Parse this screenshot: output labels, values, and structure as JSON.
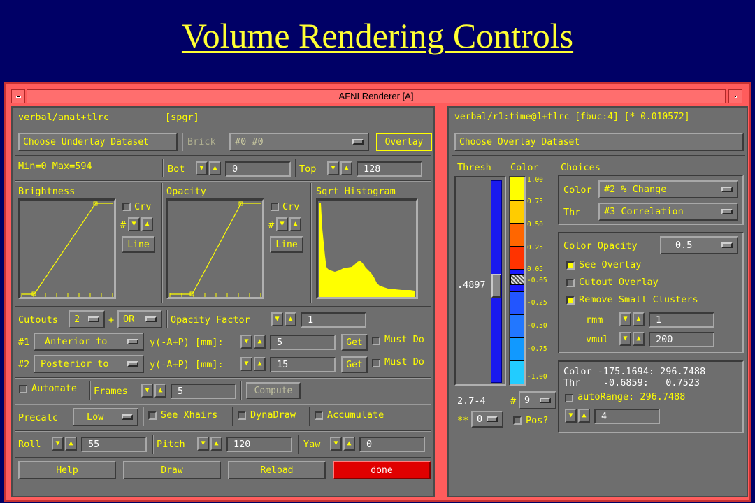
{
  "slide": {
    "title": "Volume Rendering Controls"
  },
  "window": {
    "title": "AFNI Renderer [A]"
  },
  "left": {
    "dataset_name": "verbal/anat+tlrc",
    "dataset_type": "[spgr]",
    "choose_underlay": "Choose Underlay Dataset",
    "brick_label": "Brick",
    "brick_value": "#0 #0",
    "overlay_button": "Overlay",
    "minmax": "Min=0 Max=594",
    "bot_label": "Bot",
    "bot_value": "0",
    "top_label": "Top",
    "top_value": "128",
    "brightness_label": "Brightness",
    "opacity_label": "Opacity",
    "histogram_label": "Sqrt Histogram",
    "crv_label": "Crv",
    "hash": "#",
    "line_button": "Line",
    "cutouts_label": "Cutouts",
    "cutouts_value": "2",
    "plus": "+",
    "or_value": "OR",
    "opacity_factor_label": "Opacity Factor",
    "opacity_factor_value": "1",
    "cut1_num": "#1",
    "cut1_type": "Anterior to",
    "cut1_axis": "y(-A+P) [mm]:",
    "cut1_value": "5",
    "cut2_num": "#2",
    "cut2_type": "Posterior to",
    "cut2_axis": "y(-A+P) [mm]:",
    "cut2_value": "15",
    "get_button": "Get",
    "must_do": "Must Do",
    "automate_label": "Automate",
    "frames_label": "Frames",
    "frames_value": "5",
    "compute_button": "Compute",
    "precalc_label": "Precalc",
    "precalc_value": "Low",
    "see_xhairs": "See Xhairs",
    "dynadraw": "DynaDraw",
    "accumulate": "Accumulate",
    "roll_label": "Roll",
    "roll_value": "55",
    "pitch_label": "Pitch",
    "pitch_value": "120",
    "yaw_label": "Yaw",
    "yaw_value": "0",
    "help_button": "Help",
    "draw_button": "Draw",
    "reload_button": "Reload",
    "done_button": "done"
  },
  "right": {
    "dataset_name": "verbal/r1:time@1+tlrc [fbuc:4] [* 0.010572]",
    "choose_overlay": "Choose Overlay Dataset",
    "thresh_label": "Thresh",
    "color_label": "Color",
    "choices_label": "Choices",
    "thresh_value": ".4897",
    "scale_ticks": [
      "1.00",
      "0.75",
      "0.50",
      "0.25",
      "0.05",
      "-0.05",
      "-0.25",
      "-0.50",
      "-0.75",
      "-1.00"
    ],
    "range_text": "2.7-4",
    "pbar_hash": "#",
    "pbar_count": "9",
    "starstar": "**",
    "starstar_value": "0",
    "pos_label": "Pos?",
    "color_choice_label": "Color",
    "color_choice_value": "#2 % Change",
    "thr_choice_label": "Thr",
    "thr_choice_value": "#3 Correlation",
    "color_opacity_label": "Color Opacity",
    "color_opacity_value": "0.5",
    "see_overlay": "See Overlay",
    "cutout_overlay": "Cutout Overlay",
    "remove_small_clusters": "Remove Small Clusters",
    "rmm_label": "rmm",
    "rmm_value": "1",
    "vmul_label": "vmul",
    "vmul_value": "200",
    "color_range": "Color -175.1694: 296.7488",
    "thr_range": "Thr    -0.6859:   0.7523",
    "autorange": "autoRange: 296.7488",
    "autorange_value": "4"
  },
  "colors": {
    "pbar": [
      "#ffff00",
      "#ffcc00",
      "#ff6600",
      "#ff3300",
      "#1a1aff",
      "#2255ff",
      "#2277ff",
      "#1199ff",
      "#22ccff"
    ],
    "thresh_slider": "#1a1aee",
    "done_red": "#e00000"
  }
}
